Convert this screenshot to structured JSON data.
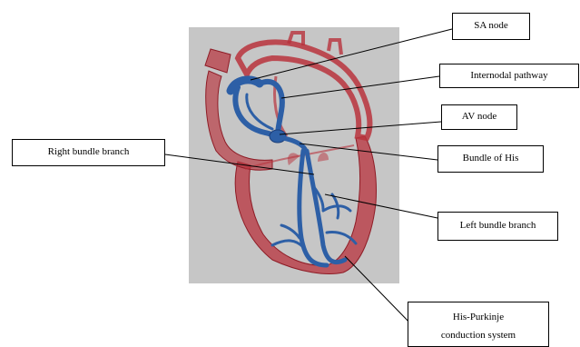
{
  "labels": {
    "sa_node": "SA node",
    "internodal_pathway": "Internodal pathway",
    "av_node": "AV node",
    "bundle_of_his": "Bundle of His",
    "right_bundle_branch": "Right bundle  branch",
    "left_bundle_branch": "Left bundle  branch",
    "his_purkinje_line1": "His-Purkinje",
    "his_purkinje_line2": "conduction system"
  },
  "colors": {
    "paper": "#c6c6c6",
    "heart_wall": "#b8323c",
    "heart_outline": "#8e1c26",
    "conduction": "#2d5fa6",
    "conduction_dark": "#1c3f7a",
    "leader_line": "#000000"
  }
}
